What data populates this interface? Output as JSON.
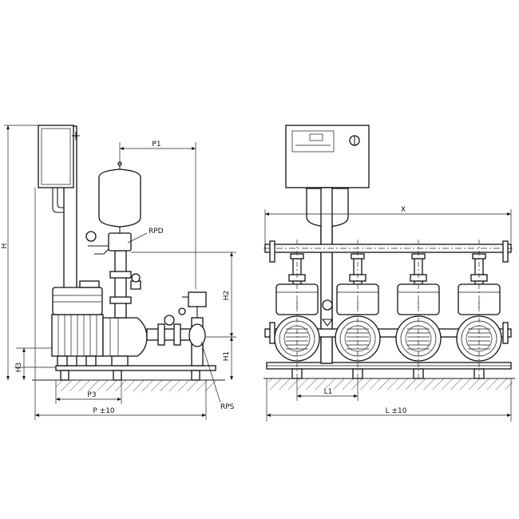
{
  "side_view": {
    "dims": {
      "H": "H",
      "H1": "H1",
      "H2": "H2",
      "H3": "H3",
      "P": "P ±10",
      "P1": "P1",
      "P3": "P3"
    },
    "callouts": {
      "rpd": "RPD",
      "rps": "RPS"
    }
  },
  "front_view": {
    "dims": {
      "X": "X",
      "L": "L ±10",
      "L1": "L1"
    },
    "pump_count": 4
  },
  "colors": {
    "line": "#1a1a1a",
    "background": "#ffffff"
  }
}
